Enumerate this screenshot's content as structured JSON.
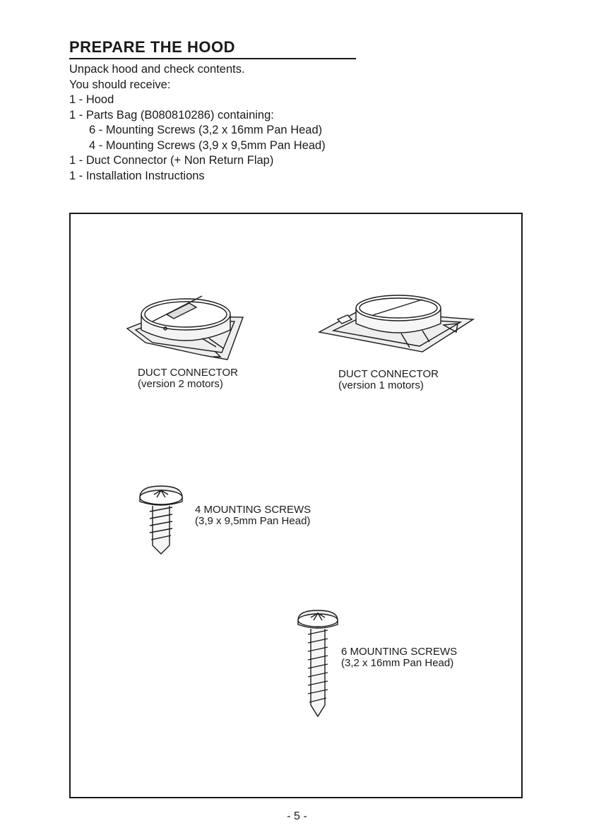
{
  "heading": "PREPARE THE HOOD",
  "intro": [
    "Unpack hood and check contents.",
    "You should receive:"
  ],
  "items": [
    "1 - Hood",
    "1 - Parts Bag (B080810286) containing:"
  ],
  "sub_items": [
    "6 - Mounting Screws  (3,2 x 16mm Pan Head)",
    "4 - Mounting Screws  (3,9 x 9,5mm Pan Head)"
  ],
  "items_after": [
    "1 - Duct Connector (+ Non Return Flap)",
    "1 - Installation Instructions"
  ],
  "figure": {
    "duct_v2": {
      "title": "DUCT CONNECTOR",
      "sub": "(version 2 motors)"
    },
    "duct_v1": {
      "title": "DUCT CONNECTOR",
      "sub": "(version 1 motors)"
    },
    "screws_4": {
      "title": "4 MOUNTING SCREWS",
      "sub": "(3,9 x 9,5mm Pan Head)"
    },
    "screws_6": {
      "title": "6 MOUNTING SCREWS",
      "sub": "(3,2 x 16mm Pan Head)"
    }
  },
  "page_number": "- 5 -"
}
